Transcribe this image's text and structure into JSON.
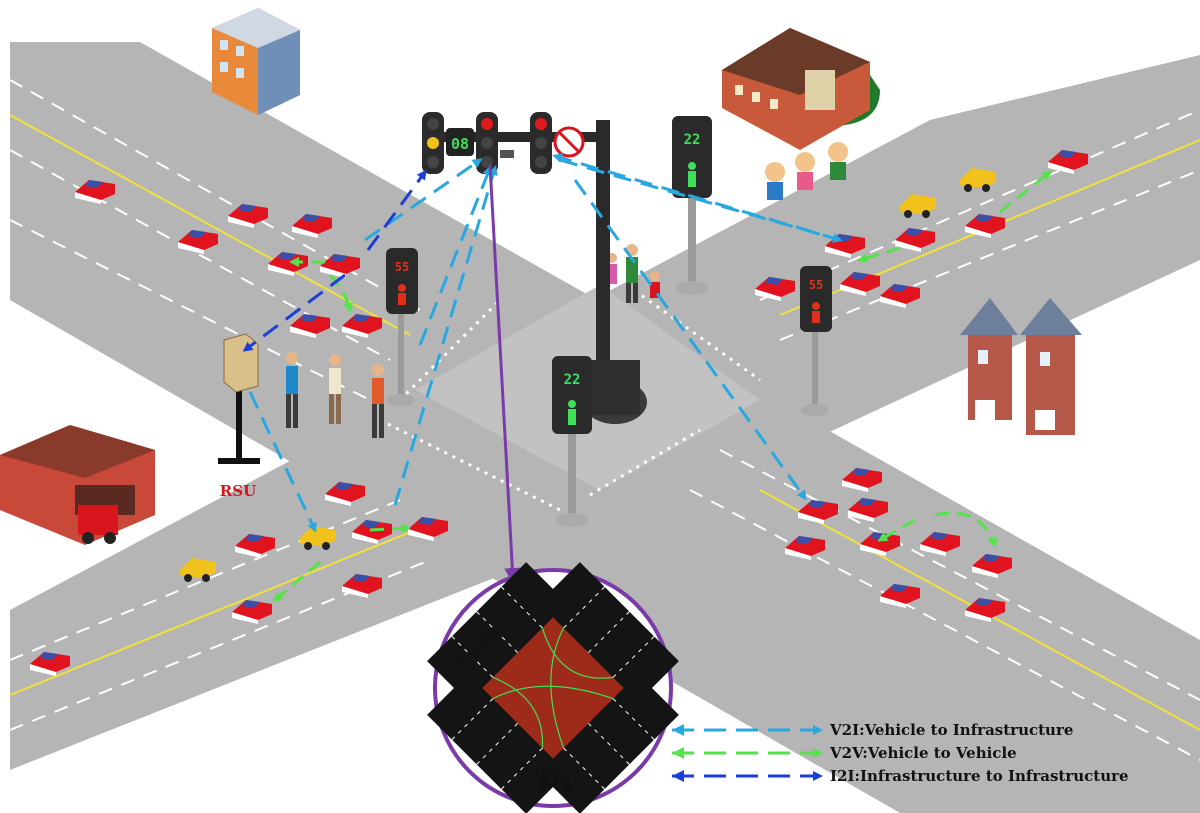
{
  "rsu_label": "RSU",
  "signal_countdown_main": "08",
  "ped_countdown_west": "55",
  "ped_countdown_east": "55",
  "ped_countdown_north": "22",
  "ped_countdown_center": "22",
  "inset": {
    "direction_label": "South",
    "pressure_label": "p",
    "pressure_subscript": "1"
  },
  "legend": [
    {
      "key": "v2i",
      "text": "V2I:Vehicle to Infrastructure",
      "color": "#29a8e0"
    },
    {
      "key": "v2v",
      "text": "V2V:Vehicle to Vehicle",
      "color": "#55e24a"
    },
    {
      "key": "i2i",
      "text": "I2I:Infrastructure to Infrastructure",
      "color": "#1b3fd6"
    }
  ],
  "colors": {
    "road": "#b3b3b3",
    "lane_marking": "#ffffff",
    "center_line": "#f2e13a",
    "car": "#e1131f",
    "taxi": "#f1c21b",
    "inset_ring": "#7a3aa8",
    "rsu_text": "#d8141c"
  }
}
